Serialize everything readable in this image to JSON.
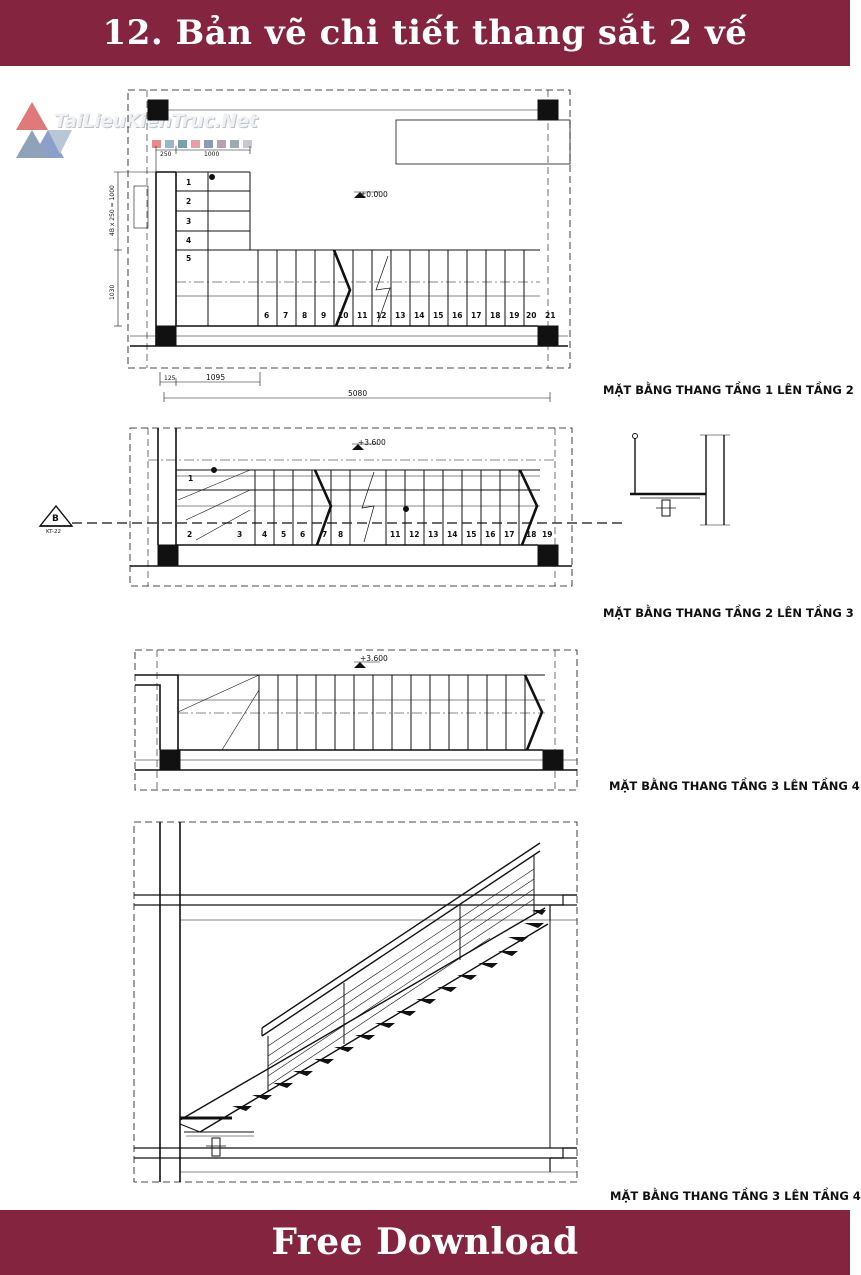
{
  "header": {
    "title": "12. Bản vẽ chi tiết thang sắt 2 vế"
  },
  "footer": {
    "label": "Free Download"
  },
  "watermark": {
    "text": "TaiLieuKienTruc.Net"
  },
  "plan1": {
    "caption": "MẶT BẰNG THANG TẦNG 1 LÊN TẦNG 2",
    "level": "±0.000",
    "dim_top_a": "250",
    "dim_top_b": "1000",
    "dim_left_a": "4B x 250 = 1000",
    "dim_left_b": "1030",
    "dim_bottom_a": "125",
    "dim_bottom_b": "1095",
    "dim_total": "5080",
    "steps_upper": [
      "1",
      "2",
      "3",
      "4",
      "5"
    ],
    "steps_lower": [
      "6",
      "7",
      "8",
      "9",
      "10",
      "11",
      "12",
      "13",
      "14",
      "15",
      "16",
      "17",
      "18",
      "19",
      "20",
      "21"
    ]
  },
  "plan2": {
    "caption": "MẶT BẰNG THANG TẦNG 2 LÊN TẦNG 3",
    "level": "+3.600",
    "section_mark": "B",
    "section_ref": "KT-22",
    "steps_upper": [
      "1"
    ],
    "steps_lower": [
      "2",
      "3",
      "4",
      "5",
      "6",
      "7",
      "8",
      "11",
      "12",
      "13",
      "14",
      "15",
      "16",
      "17",
      "18",
      "19"
    ]
  },
  "plan3": {
    "caption": "MẶT BẰNG THANG TẦNG 3 LÊN TẦNG 4",
    "level": "+3.600"
  },
  "section": {
    "caption": "MẶT BẰNG THANG TẦNG 3 LÊN TẦNG 4"
  },
  "colors": {
    "banner": "#84243f",
    "line": "#111111"
  }
}
